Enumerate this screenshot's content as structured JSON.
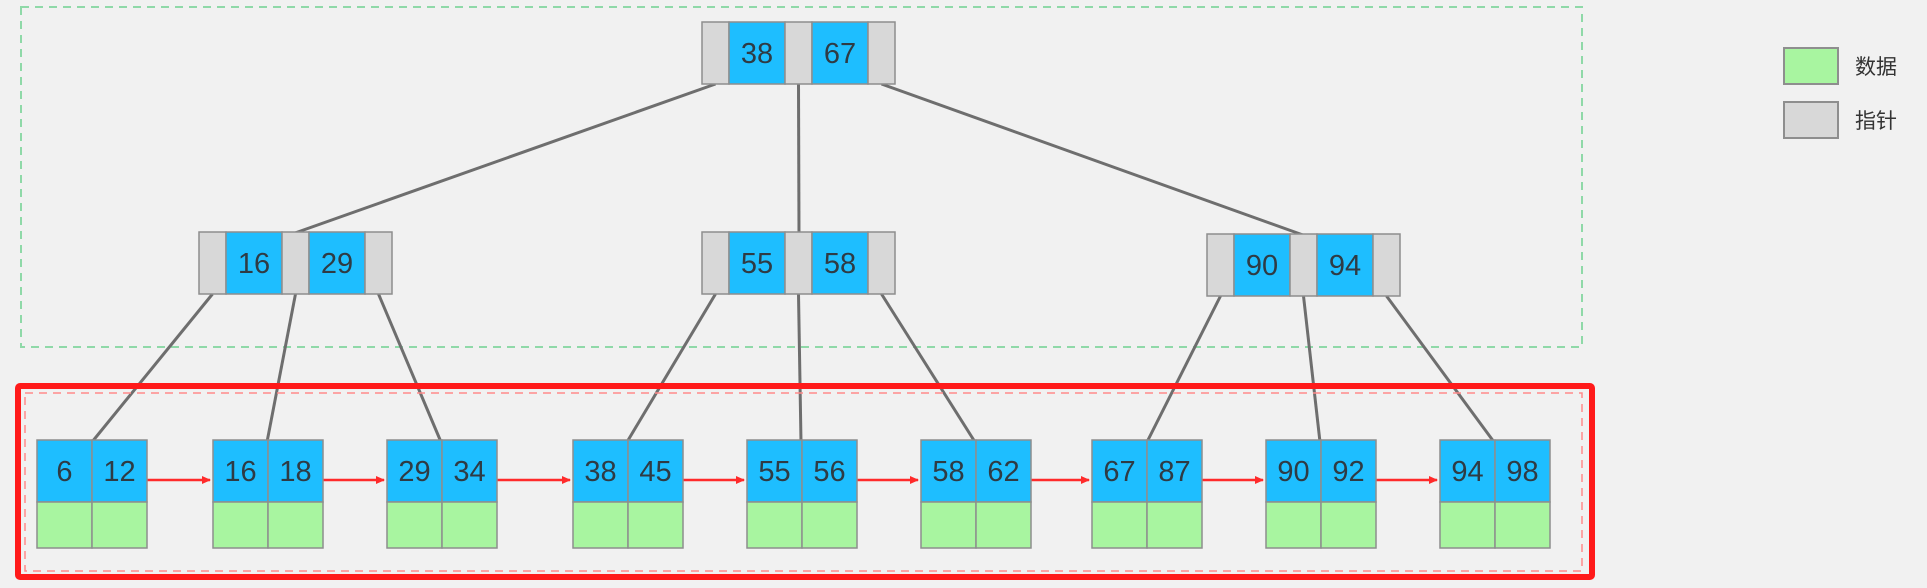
{
  "colors": {
    "background": "#f1f1f1",
    "key_cell": "#1ebeff",
    "data_cell": "#a8f5a0",
    "pointer_cell": "#d8d8d8",
    "tree_line": "#6e6e6e",
    "leaf_link": "#ff2a2a",
    "highlight_border": "#ff1a1a",
    "non_leaf_region": "#8fd9a8"
  },
  "tree": {
    "root": {
      "keys": [
        "38",
        "67"
      ]
    },
    "internal": [
      {
        "keys": [
          "16",
          "29"
        ]
      },
      {
        "keys": [
          "55",
          "58"
        ]
      },
      {
        "keys": [
          "90",
          "94"
        ]
      }
    ],
    "leaves": [
      {
        "keys": [
          "6",
          "12"
        ]
      },
      {
        "keys": [
          "16",
          "18"
        ]
      },
      {
        "keys": [
          "29",
          "34"
        ]
      },
      {
        "keys": [
          "38",
          "45"
        ]
      },
      {
        "keys": [
          "55",
          "56"
        ]
      },
      {
        "keys": [
          "58",
          "62"
        ]
      },
      {
        "keys": [
          "67",
          "87"
        ]
      },
      {
        "keys": [
          "90",
          "92"
        ]
      },
      {
        "keys": [
          "94",
          "98"
        ]
      }
    ]
  },
  "legend": {
    "data_label": "数据",
    "pointer_label": "指针"
  }
}
